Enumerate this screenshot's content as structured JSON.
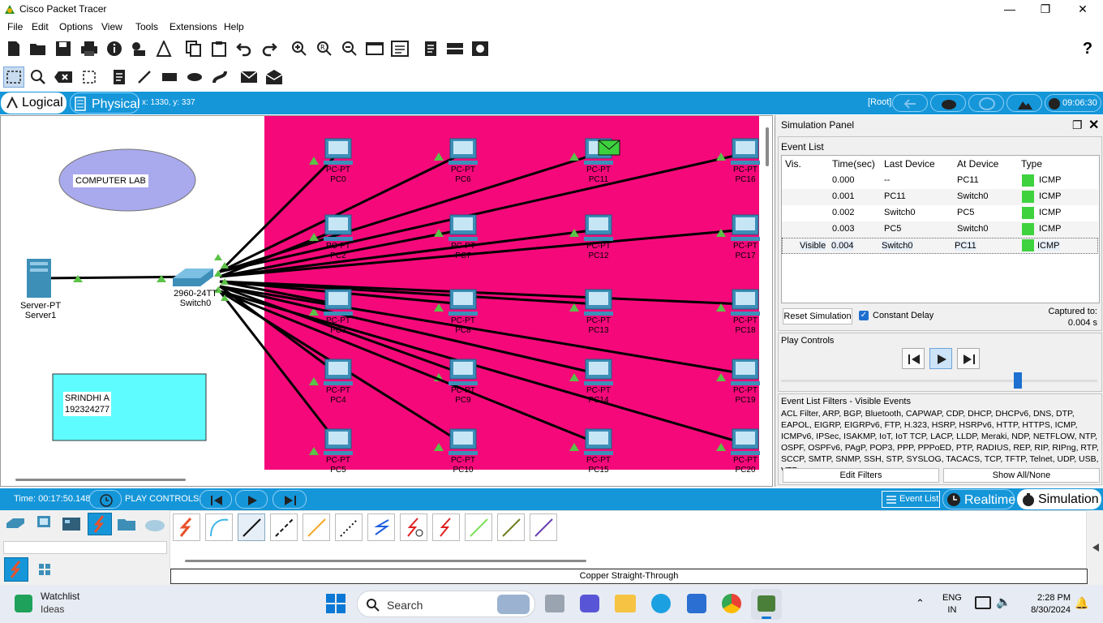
{
  "window": {
    "title": "Cisco Packet Tracer"
  },
  "menu": [
    "File",
    "Edit",
    "Options",
    "View",
    "Tools",
    "Extensions",
    "Help"
  ],
  "tabs": {
    "logical": "Logical",
    "physical": "Physical",
    "coords": "x: 1330, y: 337",
    "root": "[Root]",
    "time": "09:06:30"
  },
  "canvas": {
    "lab_label": "COMPUTER LAB",
    "note_line1": "SRINDHI A",
    "note_line2": "192324277",
    "server": {
      "model": "Server-PT",
      "name": "Server1"
    },
    "switch": {
      "model": "2960-24TT",
      "name": "Switch0"
    },
    "pcs": [
      {
        "model": "PC-PT",
        "name": "PC0"
      },
      {
        "model": "PC-PT",
        "name": "PC6"
      },
      {
        "model": "PC-PT",
        "name": "PC11"
      },
      {
        "model": "PC-PT",
        "name": "PC16"
      },
      {
        "model": "PC-PT",
        "name": "PC2"
      },
      {
        "model": "PC-PT",
        "name": "PC7"
      },
      {
        "model": "PC-PT",
        "name": "PC12"
      },
      {
        "model": "PC-PT",
        "name": "PC17"
      },
      {
        "model": "PC-PT",
        "name": "PC3"
      },
      {
        "model": "PC-PT",
        "name": "PC8"
      },
      {
        "model": "PC-PT",
        "name": "PC13"
      },
      {
        "model": "PC-PT",
        "name": "PC18"
      },
      {
        "model": "PC-PT",
        "name": "PC4"
      },
      {
        "model": "PC-PT",
        "name": "PC9"
      },
      {
        "model": "PC-PT",
        "name": "PC14"
      },
      {
        "model": "PC-PT",
        "name": "PC19"
      },
      {
        "model": "PC-PT",
        "name": "PC5"
      },
      {
        "model": "PC-PT",
        "name": "PC10"
      },
      {
        "model": "PC-PT",
        "name": "PC15"
      },
      {
        "model": "PC-PT",
        "name": "PC20"
      }
    ],
    "colors": {
      "zone": "#f5097a",
      "ellipse": "#a9a9ee",
      "note": "#5ffcff",
      "link": "#000000",
      "port": "#5bc247"
    }
  },
  "sim": {
    "title": "Simulation Panel",
    "event_list": "Event List",
    "headers": [
      "Vis.",
      "Time(sec)",
      "Last Device",
      "At Device",
      "Type"
    ],
    "rows": [
      {
        "vis": "",
        "time": "0.000",
        "last": "--",
        "at": "PC11",
        "type": "ICMP"
      },
      {
        "vis": "",
        "time": "0.001",
        "last": "PC11",
        "at": "Switch0",
        "type": "ICMP"
      },
      {
        "vis": "",
        "time": "0.002",
        "last": "Switch0",
        "at": "PC5",
        "type": "ICMP"
      },
      {
        "vis": "",
        "time": "0.003",
        "last": "PC5",
        "at": "Switch0",
        "type": "ICMP"
      },
      {
        "vis": "Visible",
        "time": "0.004",
        "last": "Switch0",
        "at": "PC11",
        "type": "ICMP"
      }
    ],
    "reset": "Reset Simulation",
    "constant_delay": "Constant Delay",
    "captured_label": "Captured to:",
    "captured_value": "0.004 s",
    "play_controls": "Play Controls",
    "filters_title": "Event List Filters - Visible Events",
    "filters_text": "ACL Filter, ARP, BGP, Bluetooth, CAPWAP, CDP, DHCP, DHCPv6, DNS, DTP, EAPOL, EIGRP, EIGRPv6, FTP, H.323, HSRP, HSRPv6, HTTP, HTTPS, ICMP, ICMPv6, IPSec, ISAKMP, IoT, IoT TCP, LACP, LLDP, Meraki, NDP, NETFLOW, NTP, OSPF, OSPFv6, PAgP, POP3, PPP, PPPoED, PTP, RADIUS, REP, RIP, RIPng, RTP, SCCP, SMTP, SNMP, SSH, STP, SYSLOG, TACACS, TCP, TFTP, Telnet, UDP, USB, VTP",
    "edit_filters": "Edit Filters",
    "show_all": "Show All/None"
  },
  "bottom": {
    "time": "Time: 00:17:50.148",
    "play": "PLAY CONTROLS:",
    "event_list": "Event List",
    "realtime": "Realtime",
    "simulation": "Simulation",
    "cable_name": "Copper Straight-Through"
  },
  "taskbar": {
    "watch_title": "Watchlist",
    "watch_sub": "Ideas",
    "search": "Search",
    "lang1": "ENG",
    "lang2": "IN",
    "clock": "2:28 PM",
    "date": "8/30/2024"
  }
}
